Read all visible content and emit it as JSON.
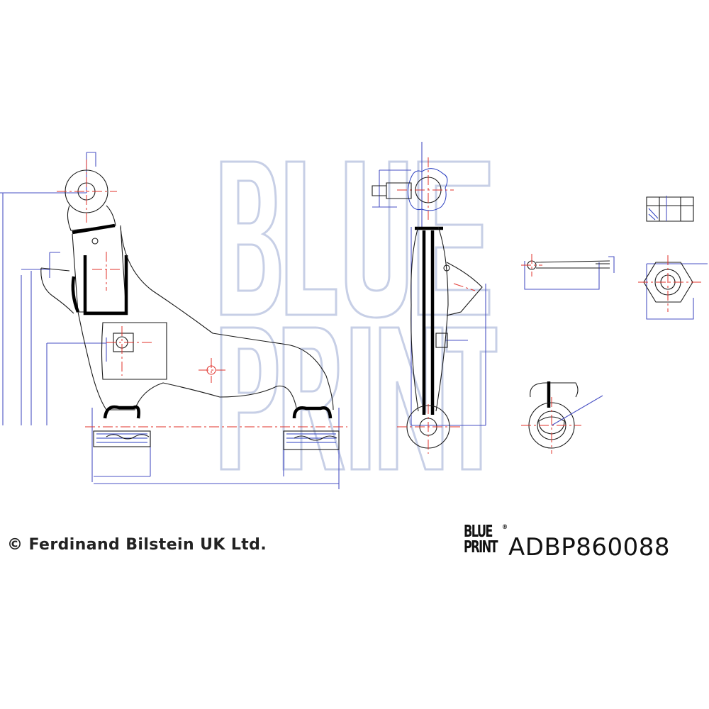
{
  "watermark": {
    "line1": "BLUE",
    "line2": "PRINT"
  },
  "footer": {
    "copyright": "© Ferdinand Bilstein UK Ltd.",
    "logo_line1": "BLUE",
    "logo_line2": "PRINT",
    "logo_mark": "®",
    "part_number": "ADBP860088"
  },
  "colors": {
    "dimension_lines": "#4a52c4",
    "center_lines": "#e0302a",
    "outline": "#1a1a1a",
    "watermark": "#c7cfe6"
  }
}
